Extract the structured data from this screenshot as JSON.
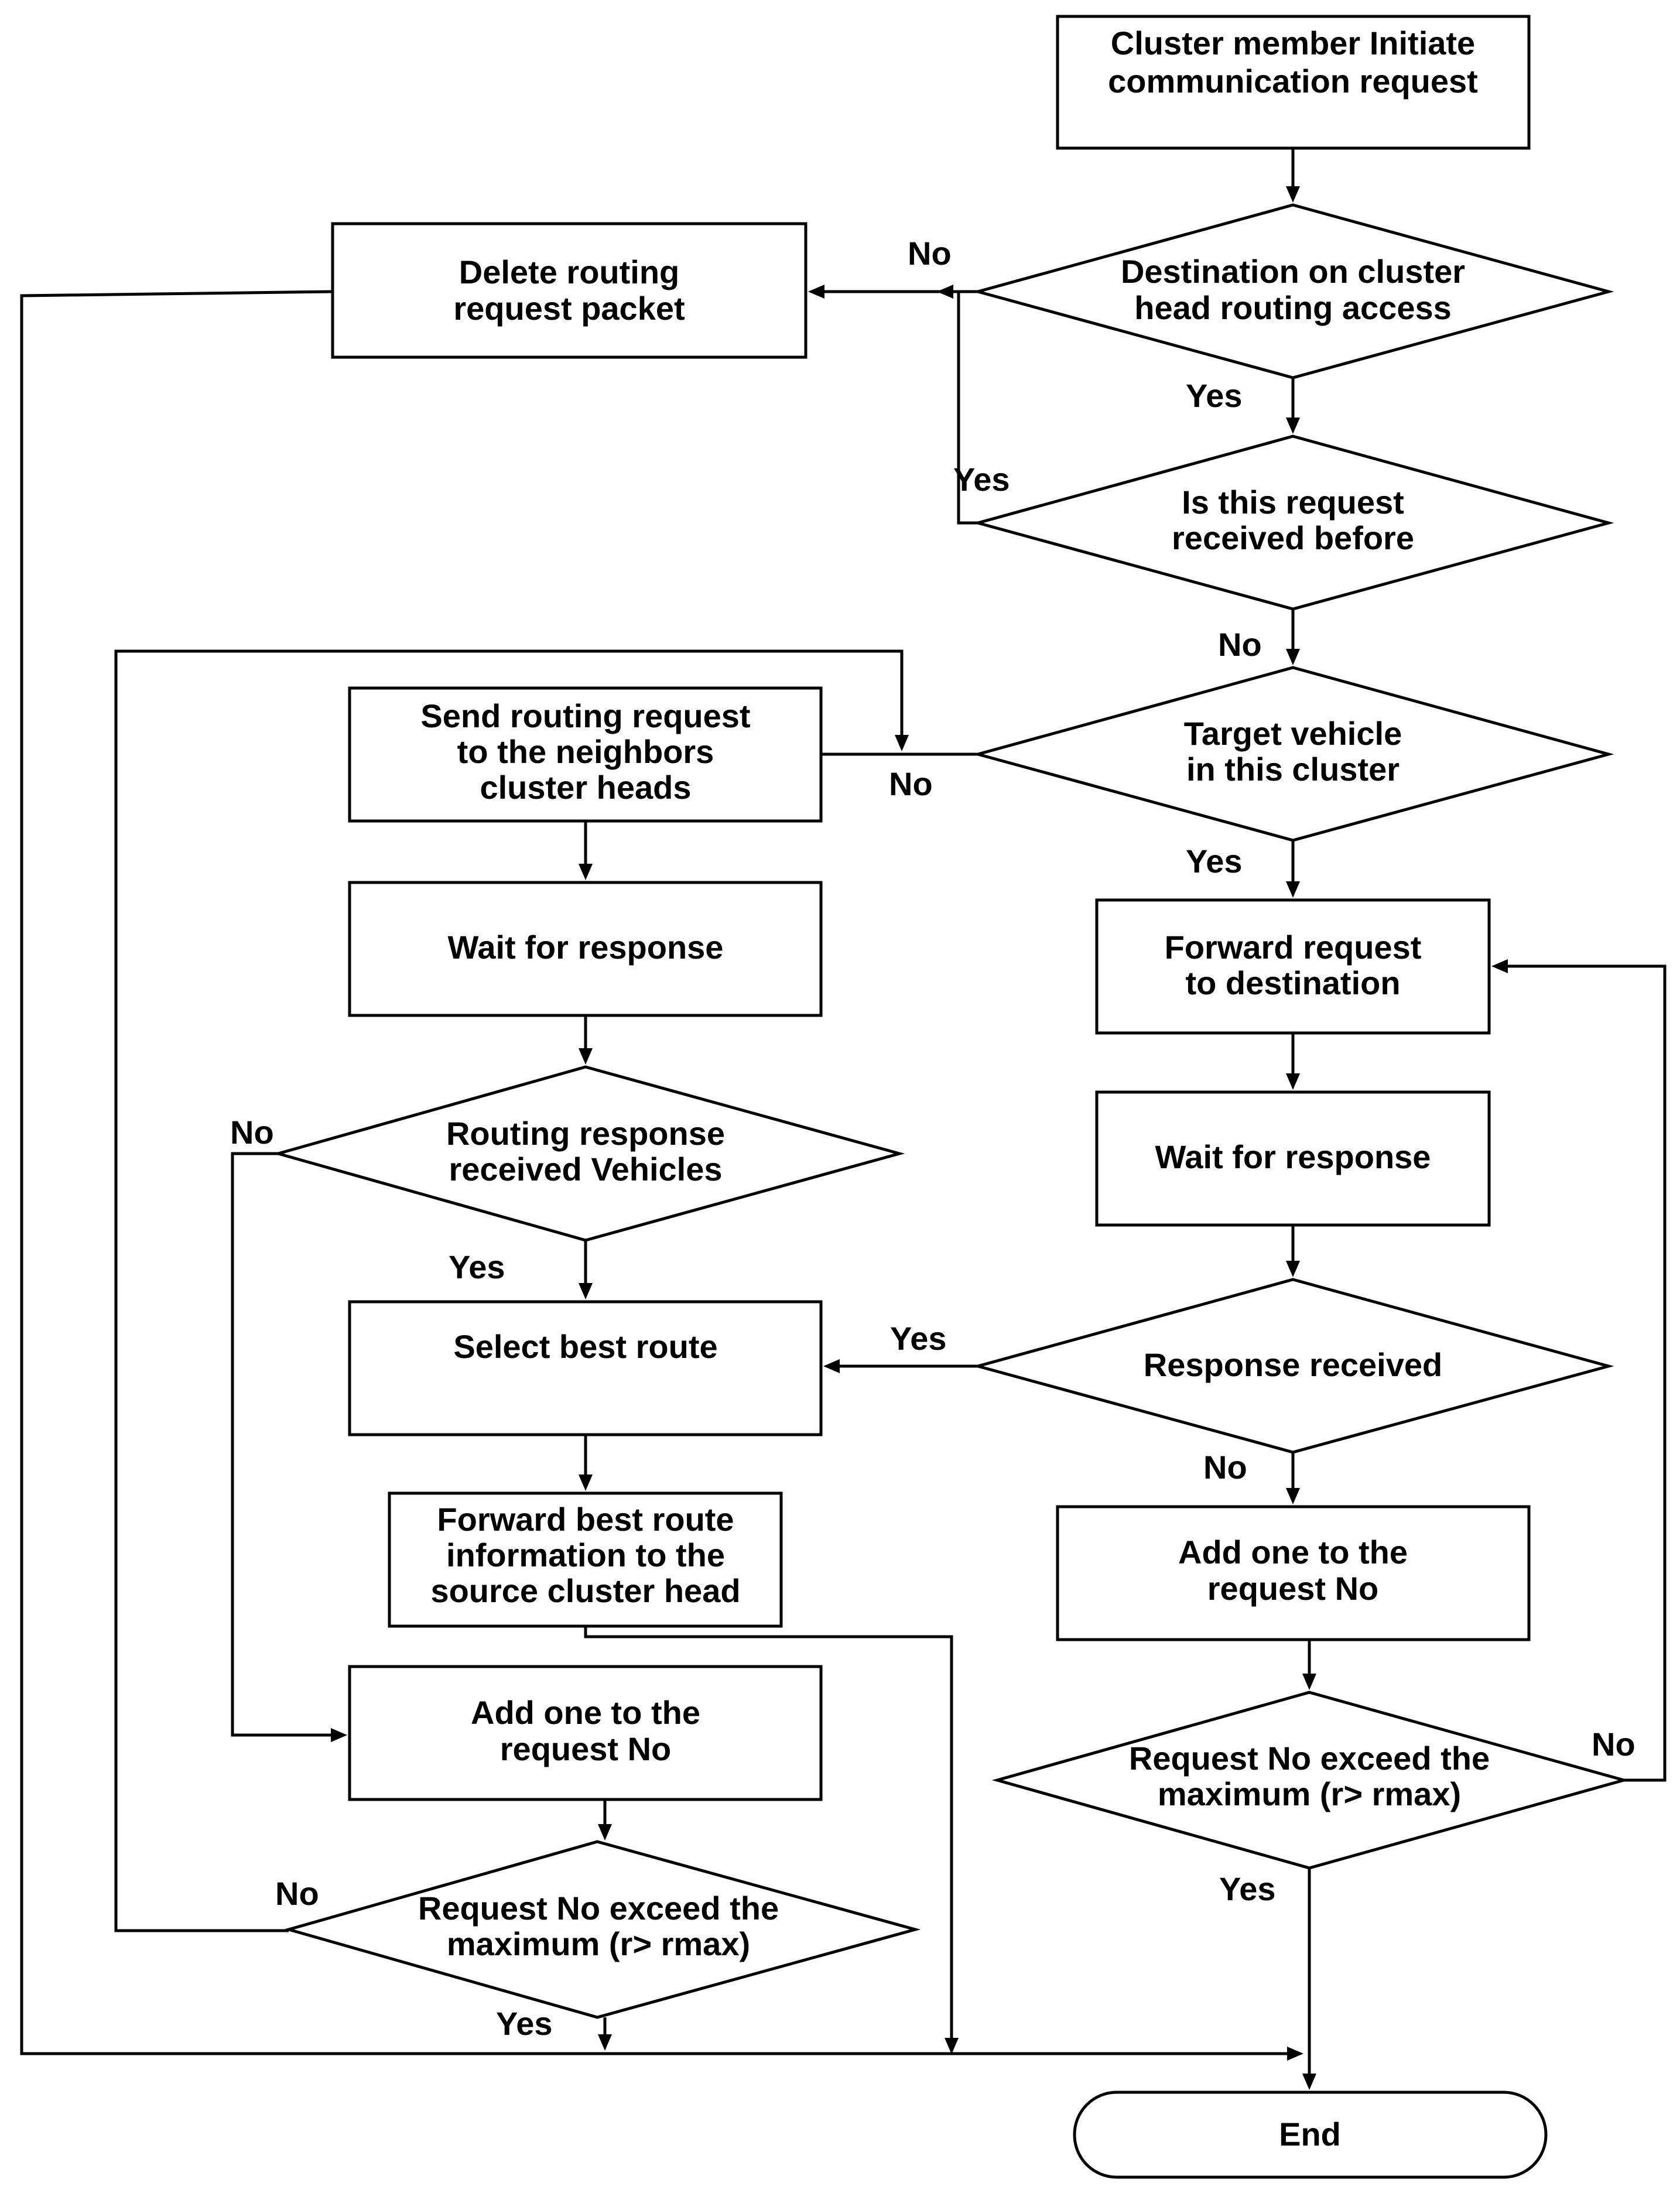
{
  "nodes": {
    "start": {
      "type": "process",
      "lines": [
        "Cluster member Initiate",
        "communication request"
      ]
    },
    "dest_access": {
      "type": "decision",
      "lines": [
        "Destination on cluster",
        "head routing access"
      ]
    },
    "delete_packet": {
      "type": "process",
      "lines": [
        "Delete routing",
        "request packet"
      ]
    },
    "received_before": {
      "type": "decision",
      "lines": [
        "Is this request",
        "received before"
      ]
    },
    "target_in_cluster": {
      "type": "decision",
      "lines": [
        "Target vehicle",
        "in this cluster"
      ]
    },
    "send_neighbors": {
      "type": "process",
      "lines": [
        "Send routing request",
        "to the neighbors",
        "cluster heads"
      ]
    },
    "wait_left": {
      "type": "process",
      "lines": [
        "Wait for response"
      ]
    },
    "routing_response": {
      "type": "decision",
      "lines": [
        "Routing response",
        "received Vehicles"
      ]
    },
    "select_best": {
      "type": "process",
      "lines": [
        "Select best route"
      ]
    },
    "forward_best": {
      "type": "process",
      "lines": [
        "Forward best route",
        "information to the",
        "source cluster head"
      ]
    },
    "add_one_left": {
      "type": "process",
      "lines": [
        "Add one to the",
        "request No"
      ]
    },
    "exceed_left": {
      "type": "decision",
      "lines": [
        "Request No exceed the",
        "maximum (r> rmax)"
      ]
    },
    "forward_dest": {
      "type": "process",
      "lines": [
        "Forward request",
        "to destination"
      ]
    },
    "wait_right": {
      "type": "process",
      "lines": [
        "Wait for response"
      ]
    },
    "response_received": {
      "type": "decision",
      "lines": [
        "Response received"
      ]
    },
    "add_one_right": {
      "type": "process",
      "lines": [
        "Add one to the",
        "request No"
      ]
    },
    "exceed_right": {
      "type": "decision",
      "lines": [
        "Request No exceed the",
        "maximum (r> rmax)"
      ]
    },
    "end": {
      "type": "terminator",
      "lines": [
        "End"
      ]
    }
  },
  "edge_labels": {
    "dest_access_no": "No",
    "dest_access_yes": "Yes",
    "received_before_yes": "Yes",
    "received_before_no": "No",
    "target_no": "No",
    "target_yes": "Yes",
    "routing_response_no": "No",
    "routing_response_yes": "Yes",
    "response_received_yes": "Yes",
    "response_received_no": "No",
    "exceed_right_no": "No",
    "exceed_right_yes": "Yes",
    "exceed_left_no": "No",
    "exceed_left_yes": "Yes"
  },
  "colors": {
    "stroke": "#000000",
    "fill": "#ffffff",
    "text": "#000000"
  }
}
